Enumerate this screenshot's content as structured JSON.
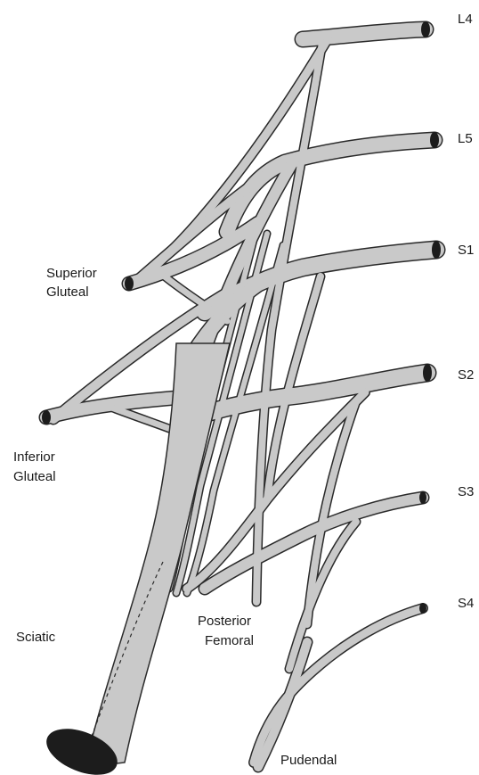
{
  "labels": {
    "l4": "L4",
    "l5": "L5",
    "s1": "S1",
    "s2": "S2",
    "s3": "S3",
    "s4": "S4",
    "superior_gluteal_1": "Superior",
    "superior_gluteal_2": "Gluteal",
    "inferior_gluteal_1": "Inferior",
    "inferior_gluteal_2": "Gluteal",
    "sciatic": "Sciatic",
    "posterior_femoral_1": "Posterior",
    "posterior_femoral_2": "Femoral",
    "pudendal": "Pudendal"
  },
  "colors": {
    "nerve_fill": "#c9c9c9",
    "nerve_outline": "#2a2a2a",
    "nerve_end": "#1c1c1c"
  }
}
